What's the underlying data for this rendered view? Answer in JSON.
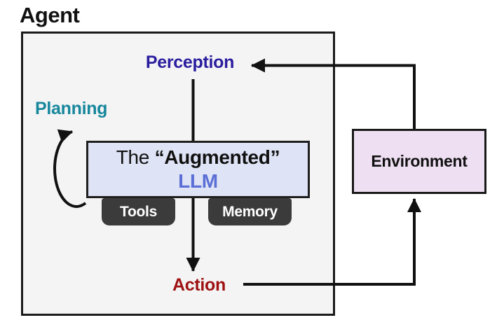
{
  "header": {
    "title": "Agent"
  },
  "agent": {
    "perception_label": "Perception",
    "planning_label": "Planning",
    "action_label": "Action",
    "llm_box": {
      "line1_prefix": "The ",
      "line1_emphasis": "“Augmented”",
      "line2": "LLM"
    },
    "tabs": [
      {
        "label": "Tools"
      },
      {
        "label": "Memory"
      }
    ]
  },
  "environment": {
    "label": "Environment"
  },
  "colors": {
    "agent_box_fill": "#f4f4f5",
    "agent_box_border": "#1a1a1a",
    "perception_text": "#2a1d9e",
    "planning_text": "#17879c",
    "action_text": "#9e1111",
    "llm_box_fill": "#dee3f5",
    "llm_text": "#5b6fd6",
    "tab_fill": "#3b3b3b",
    "tab_text": "#ffffff",
    "environment_fill": "#eedff2",
    "arrow": "#111111"
  }
}
